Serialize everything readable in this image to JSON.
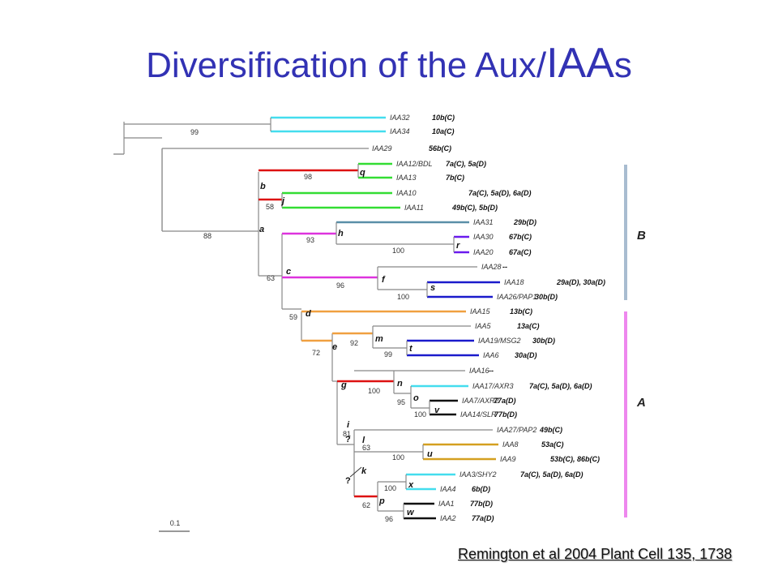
{
  "title": {
    "part1": "Diversification of the Aux/",
    "part2": "IAA",
    "part3": "s"
  },
  "citation": "Remington et al 2004 Plant Cell 135, 1738",
  "scale_bar": "0.1",
  "groups": [
    {
      "label": "B",
      "color": "#a8bcd0"
    },
    {
      "label": "A",
      "color": "#ee88ee"
    }
  ],
  "leaves": [
    {
      "gene": "IAA32",
      "loc": "10b(C)"
    },
    {
      "gene": "IAA34",
      "loc": "10a(C)"
    },
    {
      "gene": "IAA29",
      "loc": "56b(C)"
    },
    {
      "gene": "IAA12/BDL",
      "loc": "7a(C), 5a(D)"
    },
    {
      "gene": "IAA13",
      "loc": "7b(C)"
    },
    {
      "gene": "IAA10",
      "loc": "7a(C), 5a(D), 6a(D)"
    },
    {
      "gene": "IAA11",
      "loc": "49b(C), 5b(D)"
    },
    {
      "gene": "IAA31",
      "loc": "29b(D)"
    },
    {
      "gene": "IAA30",
      "loc": "67b(C)"
    },
    {
      "gene": "IAA20",
      "loc": "67a(C)"
    },
    {
      "gene": "IAA28",
      "loc": "--"
    },
    {
      "gene": "IAA18",
      "loc": "29a(D), 30a(D)"
    },
    {
      "gene": "IAA26/PAP1",
      "loc": "30b(D)"
    },
    {
      "gene": "IAA15",
      "loc": "13b(C)"
    },
    {
      "gene": "IAA5",
      "loc": "13a(C)"
    },
    {
      "gene": "IAA19/MSG2",
      "loc": "30b(D)"
    },
    {
      "gene": "IAA6",
      "loc": "30a(D)"
    },
    {
      "gene": "IAA16",
      "loc": "--"
    },
    {
      "gene": "IAA17/AXR3",
      "loc": "7a(C), 5a(D), 6a(D)"
    },
    {
      "gene": "IAA7/AXR2",
      "loc": "77a(D)"
    },
    {
      "gene": "IAA14/SLR",
      "loc": "77b(D)"
    },
    {
      "gene": "IAA27/PAP2",
      "loc": "49b(C)"
    },
    {
      "gene": "IAA8",
      "loc": "53a(C)"
    },
    {
      "gene": "IAA9",
      "loc": "53b(C), 86b(C)"
    },
    {
      "gene": "IAA3/SHY2",
      "loc": "7a(C), 5a(D), 6a(D)"
    },
    {
      "gene": "IAA4",
      "loc": "6b(D)"
    },
    {
      "gene": "IAA1",
      "loc": "77b(D)"
    },
    {
      "gene": "IAA2",
      "loc": "77a(D)"
    }
  ],
  "node_labels": [
    "a",
    "b",
    "c",
    "d",
    "e",
    "f",
    "g",
    "h",
    "i",
    "j",
    "k",
    "l",
    "m",
    "n",
    "o",
    "p",
    "q",
    "r",
    "s",
    "t",
    "u",
    "v",
    "w",
    "x",
    "?",
    "?"
  ],
  "bootstrap_values": [
    "99",
    "98",
    "58",
    "88",
    "93",
    "100",
    "63",
    "96",
    "100",
    "59",
    "72",
    "92",
    "99",
    "100",
    "95",
    "100",
    "81",
    "63",
    "100",
    "100",
    "62",
    "96"
  ],
  "colors": {
    "red": "#dd1111",
    "green": "#33dd33",
    "cyan": "#44ddee",
    "magenta": "#dd33dd",
    "orange": "#f0a040",
    "blue": "#1a1acc",
    "purple": "#6a1aee",
    "gold": "#d4a020",
    "slate": "#5a8fa8",
    "black": "#111111",
    "gray": "#888888"
  }
}
